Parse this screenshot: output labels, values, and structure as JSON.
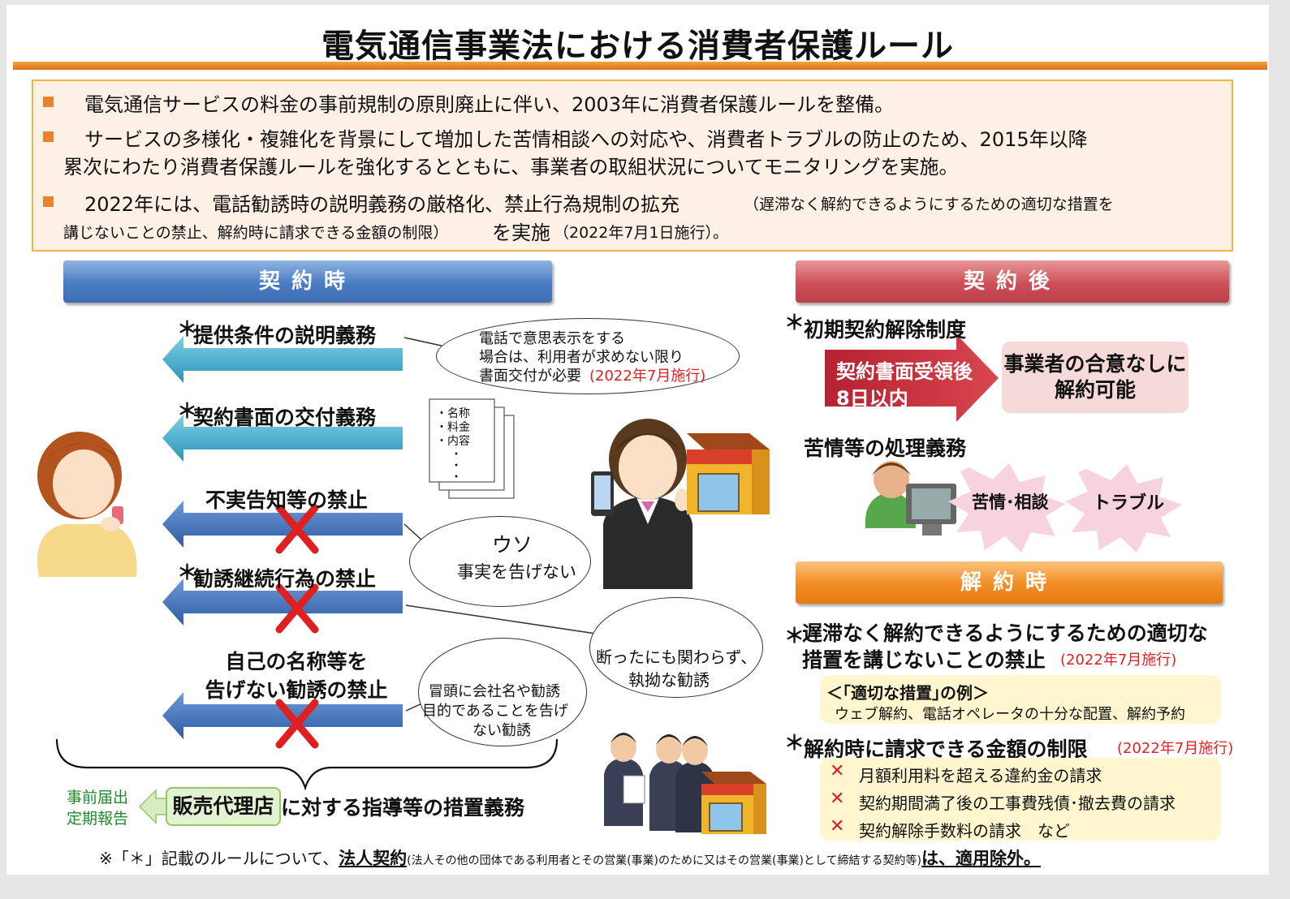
{
  "header": {
    "title": "電気通信事業法における消費者保護ルール"
  },
  "intro": {
    "line1": "電気通信サービスの料金の事前規制の原則廃止に伴い、2003年に消費者保護ルールを整備。",
    "line2a": "サービスの多様化・複雑化を背景にして増加した苦情相談への対応や、消費者トラブルの防止のため、2015年以降",
    "line2b": "累次にわたり消費者保護ルールを強化するとともに、事業者の取組状況についてモニタリングを実施。",
    "line3a": "2022年には、電話勧誘時の説明義務の厳格化、禁止行為規制の拡充",
    "line3a_small": "（遅滞なく解約できるようにするための適切な措置を",
    "line3b_small": "講じないことの禁止、解約時に請求できる金額の制限）",
    "line3b": "を実施",
    "line3b_tail": "（2022年7月1日施行）。"
  },
  "left": {
    "header": "契約時",
    "items": [
      {
        "star": "＊",
        "label": "提供条件の説明義務"
      },
      {
        "star": "＊",
        "label": "契約書面の交付義務"
      },
      {
        "star": "",
        "label": "不実告知等の禁止"
      },
      {
        "star": "＊",
        "label": "勧誘継続行為の禁止"
      },
      {
        "star": "",
        "label": "自己の名称等を",
        "label2": "告げない勧誘の禁止"
      }
    ],
    "bubble1": {
      "line1": "電話で意思表示をする",
      "line2": "場合は、利用者が求めない限り",
      "line3": "書面交付が必要",
      "note": "(2022年7月施行)"
    },
    "document": {
      "line1": "・名称",
      "line2": "・料金",
      "line3": "・内容",
      "dots": "・・・"
    },
    "bubble2": {
      "line1": "ウソ",
      "line2": "事実を告げない"
    },
    "bubble3": {
      "line1": "断ったにも関わらず、",
      "line2": "執拗な勧誘"
    },
    "bubble4": {
      "line1": "冒頭に会社名や勧誘",
      "line2": "目的であることを告げ",
      "line3": "ない勧誘"
    },
    "agency": {
      "side1": "事前届出",
      "side2": "定期報告",
      "box": "販売代理店",
      "text": "に対する指導等の措置義務"
    },
    "cross": "✕"
  },
  "right": {
    "after_header": "契約後",
    "initial": {
      "star": "＊",
      "label": "初期契約解除制度",
      "arrow_line1": "契約書面受領後",
      "arrow_line2": "8日以内",
      "box_line1": "事業者の合意なしに",
      "box_line2": "解約可能"
    },
    "complaint": {
      "label": "苦情等の処理義務",
      "burst1": "苦情･相談",
      "burst2": "トラブル"
    },
    "cancel_header": "解約時",
    "cancel": {
      "star": "＊",
      "line1": "遅滞なく解約できるようにするための適切な",
      "line2": "措置を講じないことの禁止",
      "note": "(2022年7月施行)",
      "example_title": "＜｢適切な措置｣の例＞",
      "example_text": "ウェブ解約、電話オペレータの十分な配置、解約予約"
    },
    "limit": {
      "star": "＊",
      "label": "解約時に請求できる金額の制限",
      "note": "(2022年7月施行)",
      "items": [
        "月額利用料を超える違約金の請求",
        "契約期間満了後の工事費残債･撤去費の請求",
        "契約解除手数料の請求　など"
      ]
    }
  },
  "footer": {
    "prefix": "※「＊」記載のルールについて、",
    "bold1": "法人契約",
    "paren": "(法人その他の団体である利用者とその営業(事業)のために又はその営業(事業)として締結する契約等)",
    "bold2": "は、適用除外。"
  },
  "colors": {
    "blue_band": "#4a7cc3",
    "red_band": "#cd4f57",
    "orange_band": "#f28c22",
    "teal_arrow": "#3fa8c6",
    "blue_arrow": "#3e6fb5",
    "cross": "#e02020",
    "accent": "#e8822f"
  }
}
